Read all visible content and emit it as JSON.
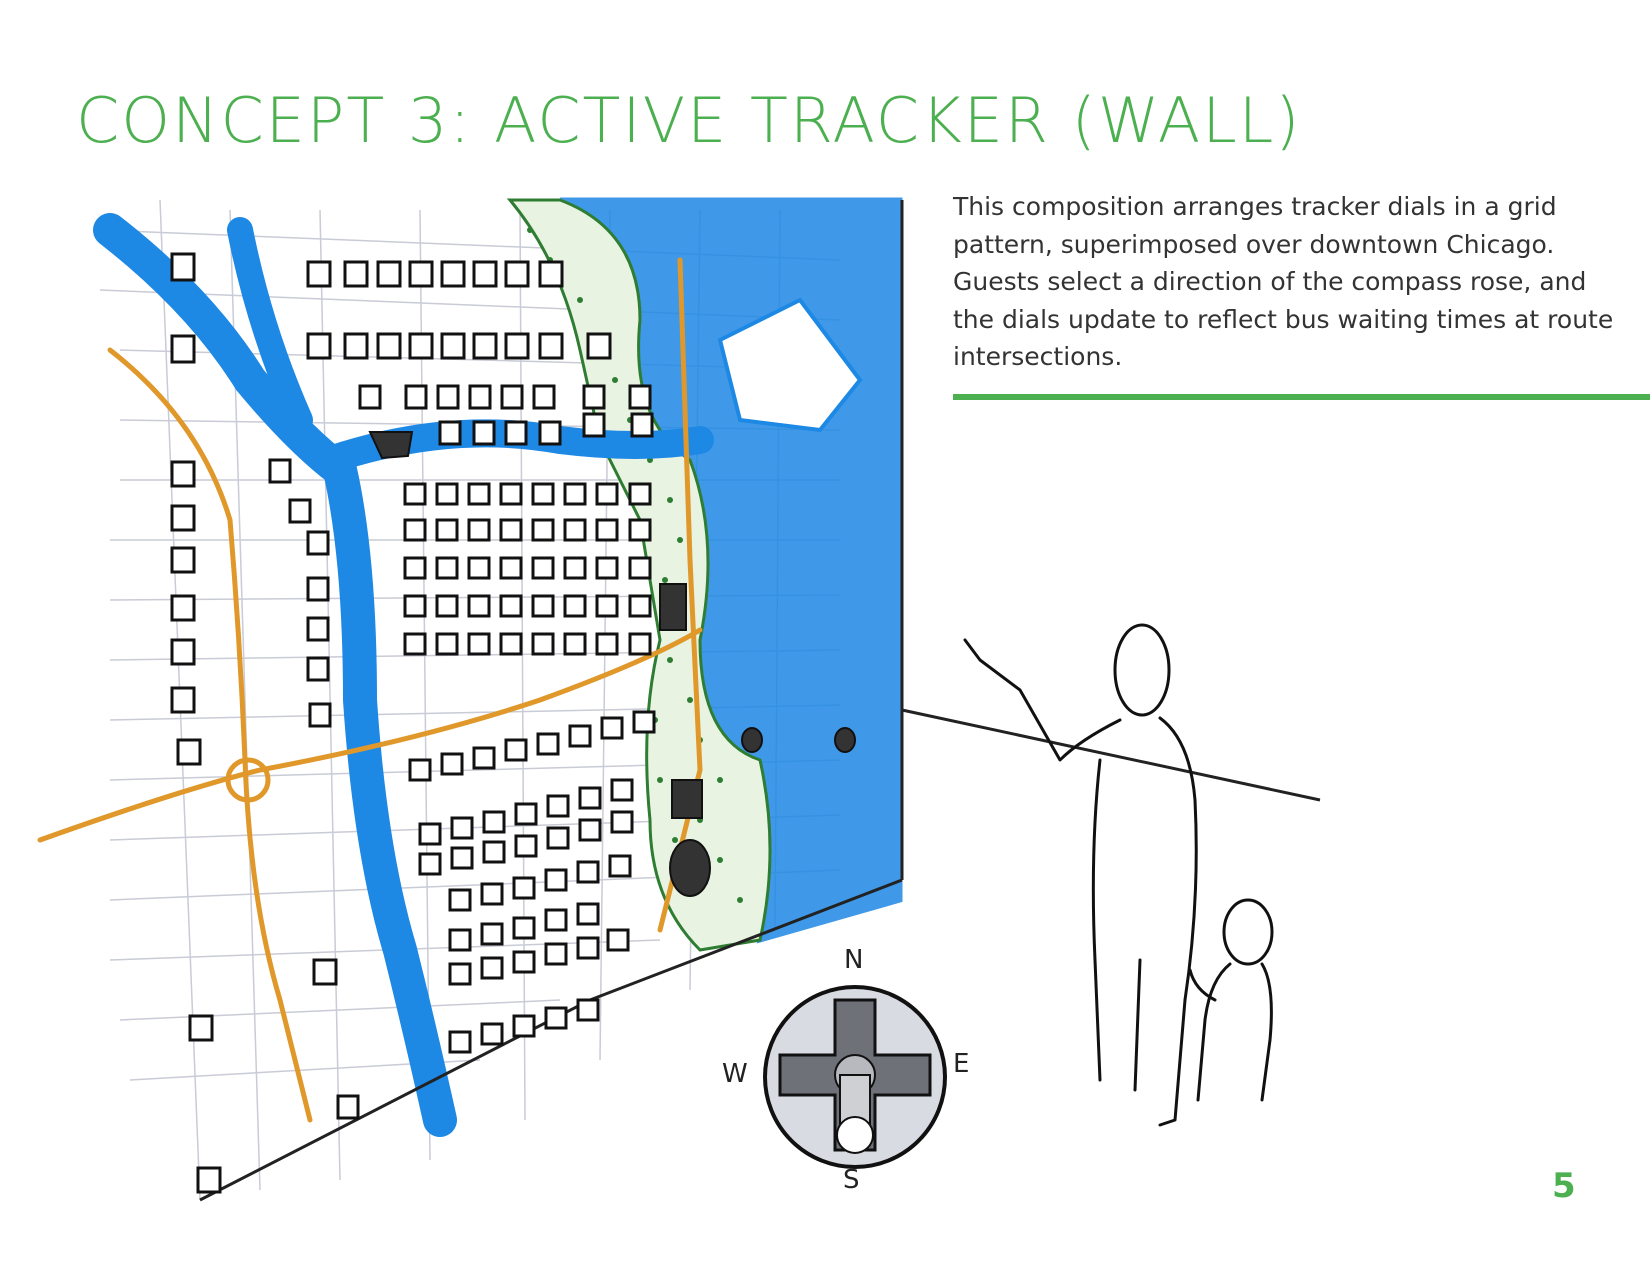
{
  "page": {
    "title": "CONCEPT 3: ACTIVE TRACKER (WALL)",
    "description": "This composition arranges tracker dials in a grid pattern, superimposed over downtown Chicago. Guests select a direction of the compass rose, and the dials update to reflect bus waiting times at route intersections.",
    "page_number": "5"
  },
  "compass": {
    "north": "N",
    "south": "S",
    "east": "E",
    "west": "W"
  },
  "colors": {
    "accent": "#4caf50",
    "water": "#1e88e5",
    "highway": "#e0982a",
    "park": "#2e7d32"
  },
  "illustration": {
    "icons": [
      "wall-map-sketch",
      "compass-rose-icon",
      "adult-figure",
      "child-figure"
    ]
  }
}
